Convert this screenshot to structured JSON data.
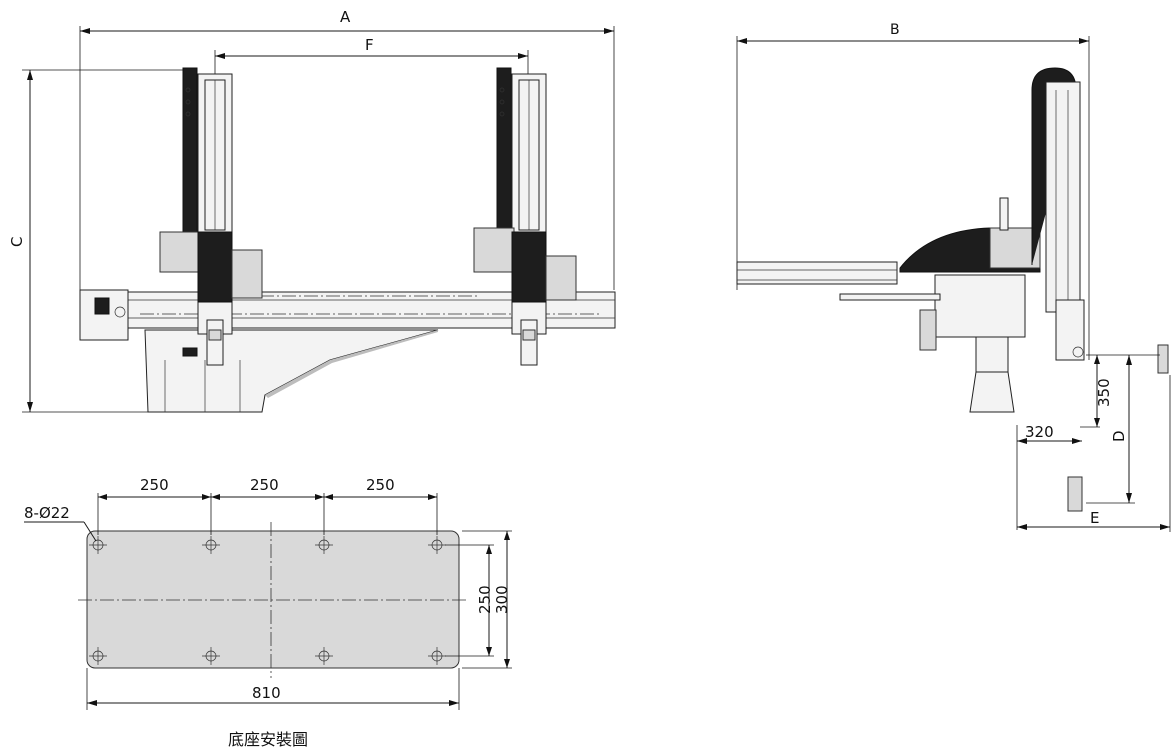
{
  "labels": {
    "A": "A",
    "F": "F",
    "C": "C",
    "B": "B",
    "D": "D",
    "E": "E",
    "d350": "350",
    "d320": "320"
  },
  "base_plate": {
    "hole_spec": "8-Ø22",
    "pitch_1": "250",
    "pitch_2": "250",
    "pitch_3": "250",
    "inner_height": "250",
    "outer_height": "300",
    "overall_width": "810",
    "caption": "底座安裝圖"
  }
}
